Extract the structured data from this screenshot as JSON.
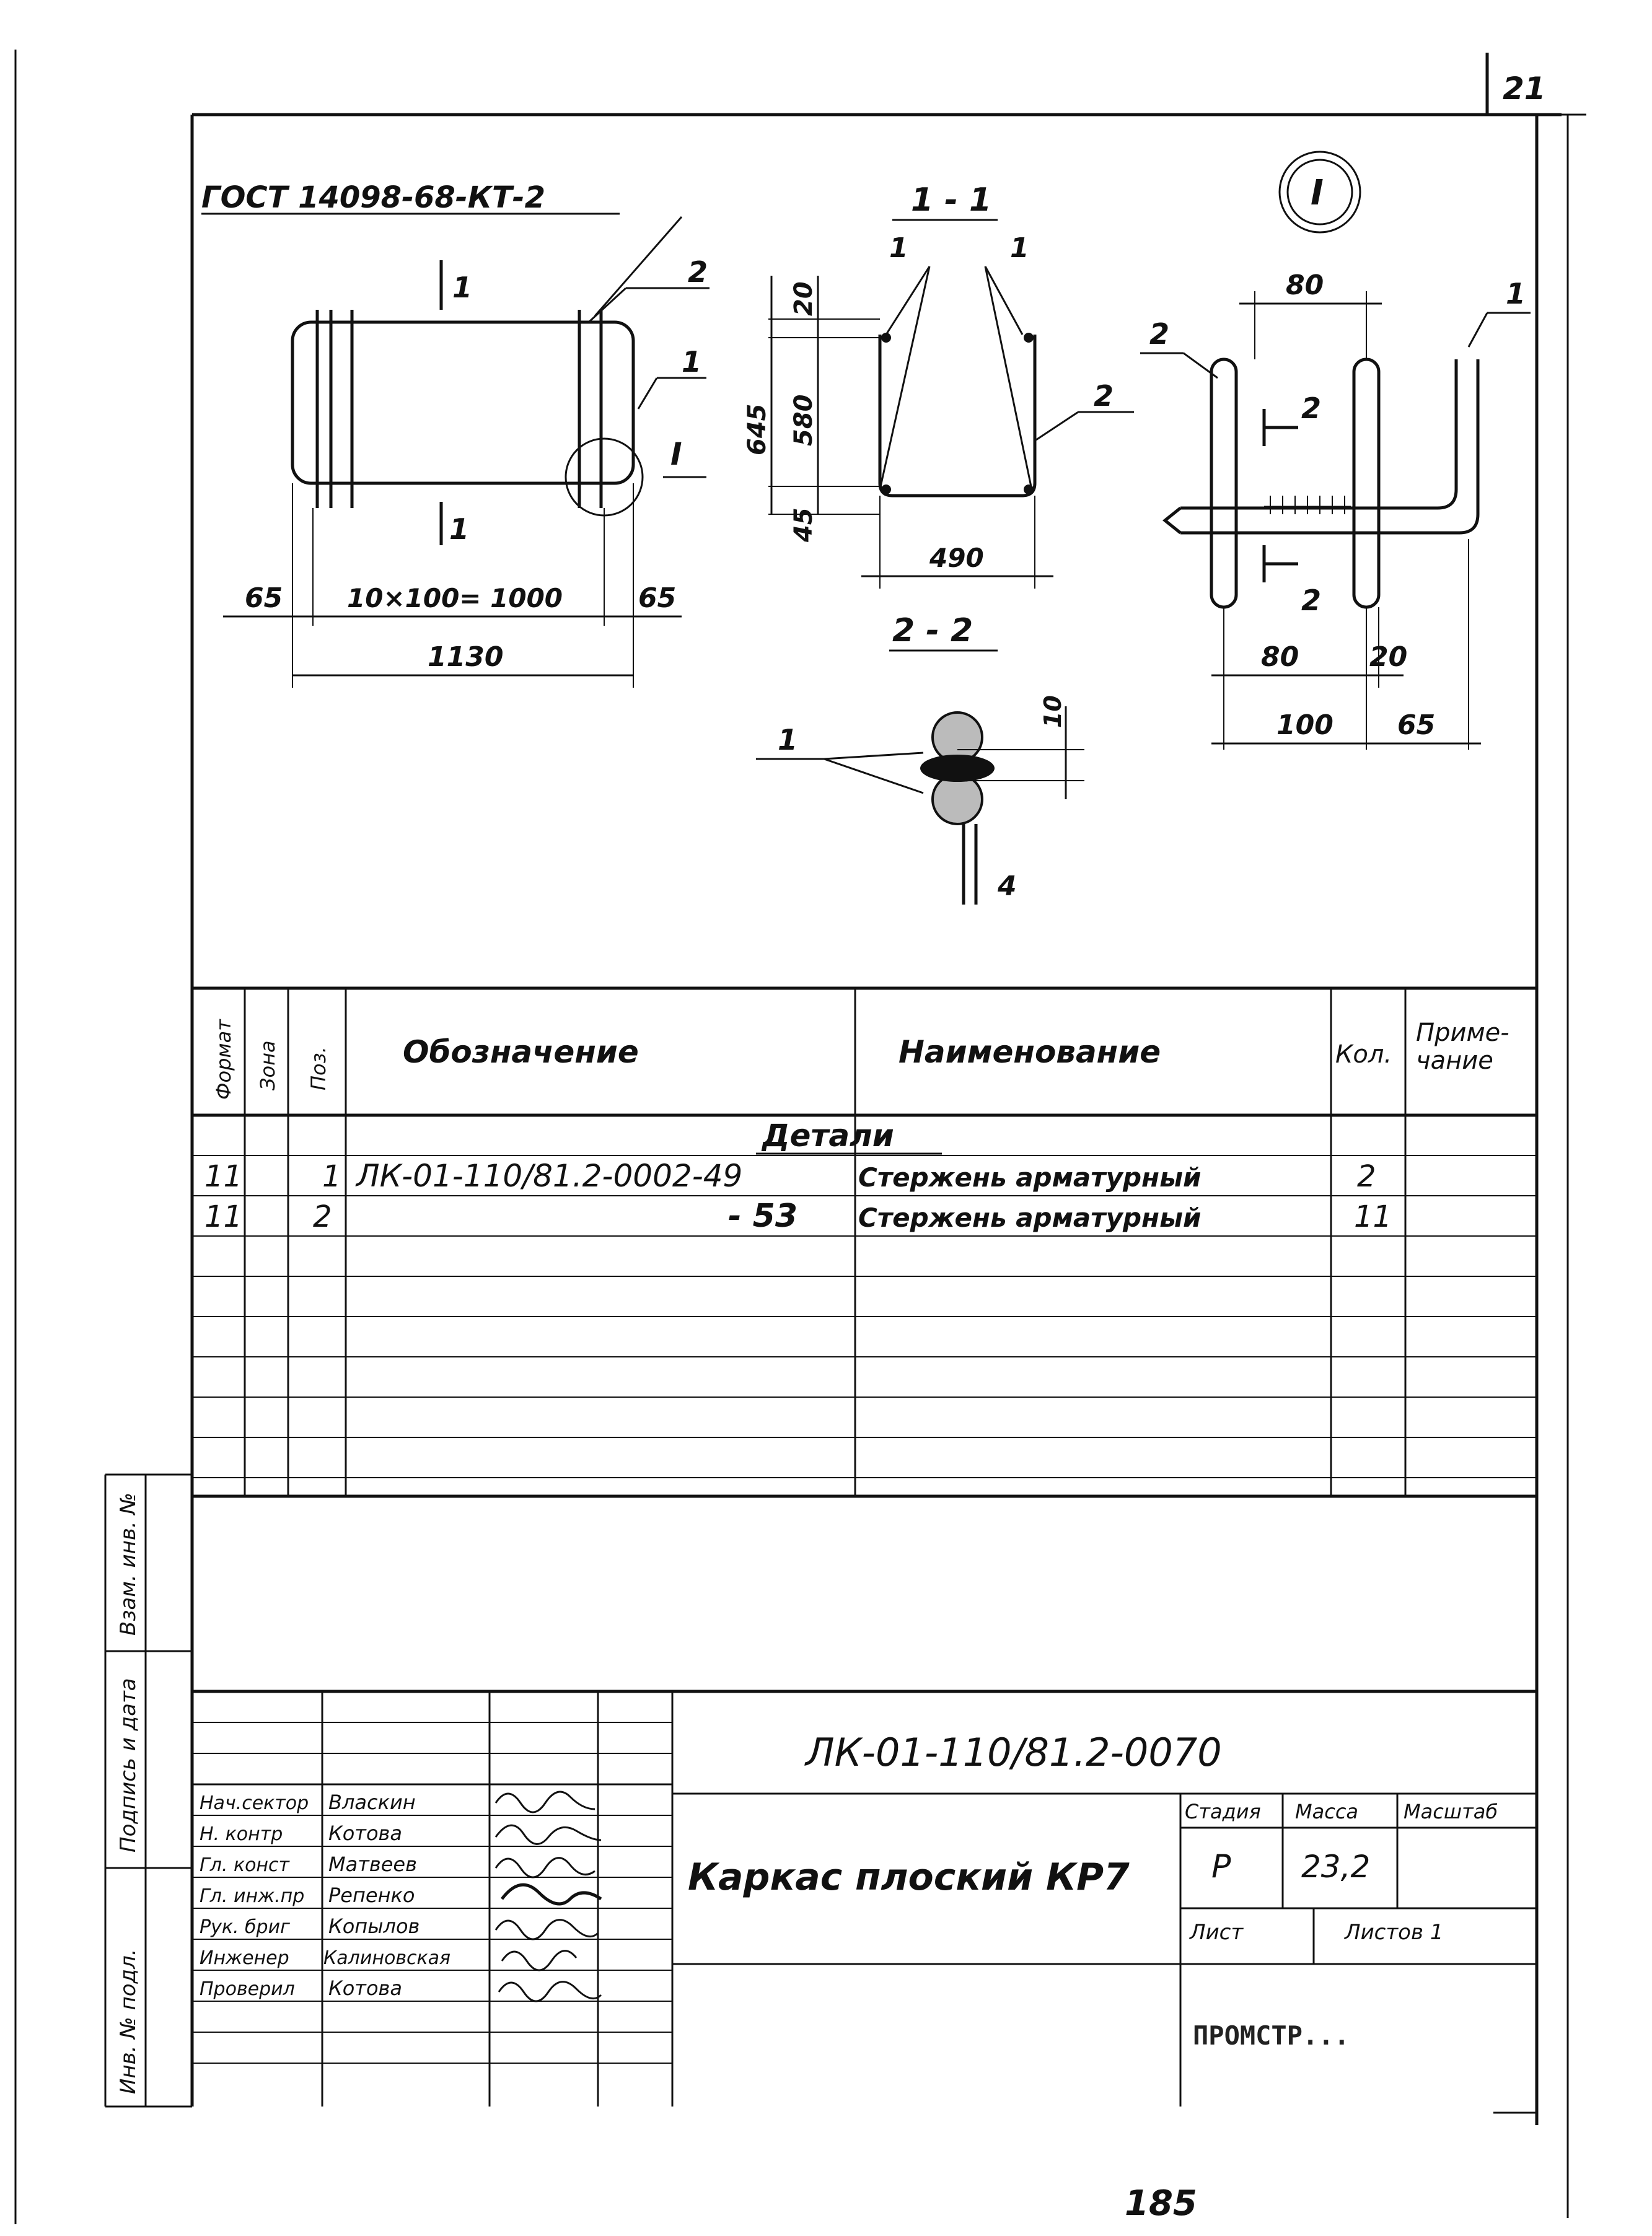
{
  "sheet": {
    "number": "21",
    "footer_number": "185"
  },
  "drawing": {
    "gost": "ГОСТ 14098-68-КТ-2",
    "section_1_1": "1 - 1",
    "section_2_2": "2 - 2",
    "detail_mark": "I",
    "labels": {
      "one": "1",
      "two": "2",
      "four": "4",
      "roman": "I"
    },
    "dims": {
      "d65": "65",
      "d10x100": "10×100= 1000",
      "d1130": "1130",
      "d20": "20",
      "d580": "580",
      "d645": "645",
      "d45": "45",
      "d490": "490",
      "d10": "10",
      "d80": "80",
      "d100": "100"
    }
  },
  "spec": {
    "headers": {
      "format": "Формат",
      "zone": "Зона",
      "pos": "Поз.",
      "designation": "Обозначение",
      "name": "Наименование",
      "qty": "Кол.",
      "note_line1": "Приме-",
      "note_line2": "чание"
    },
    "section_title": "Детали",
    "rows": [
      {
        "format": "11",
        "pos": "1",
        "designation": "ЛК-01-110/81.2-0002-49",
        "name": "Стержень арматурный",
        "qty": "2"
      },
      {
        "format": "11",
        "pos": "2",
        "designation": "- 53",
        "name": "Стержень арматурный",
        "qty": "11"
      }
    ]
  },
  "side_stamp": {
    "vzam": "Взам. инв. №",
    "signature": "Подпись и дата",
    "inv": "Инв. № подл."
  },
  "title_block": {
    "doc_code": "ЛК-01-110/81.2-0070",
    "title": "Каркас плоский КР7",
    "stage_label": "Стадия",
    "stage_value": "Р",
    "mass_label": "Масса",
    "mass_value": "23,2",
    "scale_label": "Масштаб",
    "sheet_label": "Лист",
    "sheets_label": "Листов 1",
    "org": "ПРОМСТР...",
    "people": [
      {
        "role": "Нач.сектор",
        "name": "Власкин"
      },
      {
        "role": "Н. контр",
        "name": "Котова"
      },
      {
        "role": "Гл. конст",
        "name": "Матвеев"
      },
      {
        "role": "Гл. инж.пр",
        "name": "Репенко"
      },
      {
        "role": "Рук. бриг",
        "name": "Копылов"
      },
      {
        "role": "Инженер",
        "name": "Калиновская"
      },
      {
        "role": "Проверил",
        "name": "Котова"
      }
    ]
  }
}
